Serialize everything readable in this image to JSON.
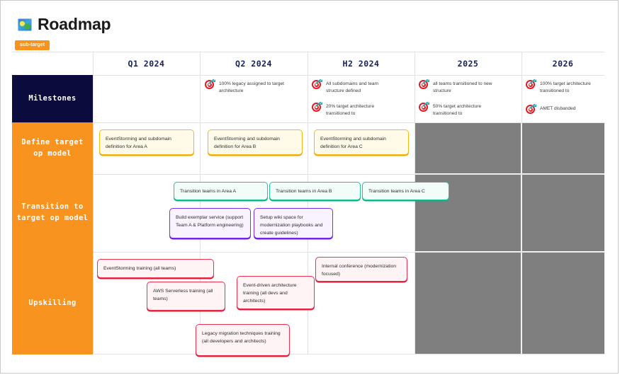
{
  "header": {
    "title": "Roadmap",
    "icon": "map-icon",
    "badge": "sub-target"
  },
  "columns": [
    {
      "label": "Q1 2024"
    },
    {
      "label": "Q2 2024"
    },
    {
      "label": "H2 2024"
    },
    {
      "label": "2025"
    },
    {
      "label": "2026"
    }
  ],
  "rows": [
    {
      "label": "Milestones",
      "style": "dark"
    },
    {
      "label": "Define target op model",
      "style": "orange"
    },
    {
      "label": "Transition to target op model",
      "style": "orange"
    },
    {
      "label": "Upskilling",
      "style": "orange"
    }
  ],
  "milestones": [
    {
      "icon": "target-icon",
      "text": "100% legacy assigned to target architecture",
      "column": "Q2 2024"
    },
    {
      "icon": "target-icon",
      "text": "All subdomains and team structure defined",
      "column": "H2 2024"
    },
    {
      "icon": "target-icon",
      "text": "20% target architecture transitioned to",
      "column": "H2 2024"
    },
    {
      "icon": "target-icon",
      "text": "all teams transitioned to new structure",
      "column": "2025"
    },
    {
      "icon": "target-icon",
      "text": "50% target architecture transitioned to",
      "column": "2025"
    },
    {
      "icon": "target-icon",
      "text": "100% target architecture transitioned to",
      "column": "2026"
    },
    {
      "icon": "target-icon",
      "text": "AMET disbanded",
      "column": "2026"
    }
  ],
  "cards": {
    "define": [
      {
        "text": "EventStorming and subdomain definition for Area A",
        "color": "yellow"
      },
      {
        "text": "EventStorming and subdomain definition for Area B",
        "color": "yellow"
      },
      {
        "text": "EventStorming and subdomain definition for Area C",
        "color": "yellow"
      }
    ],
    "transition": [
      {
        "text": "Transition teams in Area A",
        "color": "teal"
      },
      {
        "text": "Transition teams in Area B",
        "color": "teal"
      },
      {
        "text": "Transition teams in Area C",
        "color": "teal"
      },
      {
        "text": "Build exemplar service (support Team A & Platform engineering)",
        "color": "purple"
      },
      {
        "text": "Setup wiki space for modernization playbooks and create guidelines)",
        "color": "purple"
      }
    ],
    "upskilling": [
      {
        "text": "EventStorming training  (all teams)",
        "color": "pink"
      },
      {
        "text": "AWS Serverless training  (all teams)",
        "color": "pink"
      },
      {
        "text": "Event-driven architecture training (all devs and architects)",
        "color": "pink"
      },
      {
        "text": "Internal conference (modernization focused)",
        "color": "pink"
      },
      {
        "text": "Legacy migration techniques training (all developers and architects)",
        "color": "pink"
      }
    ]
  },
  "colors": {
    "accent_orange": "#F7931E",
    "milestone_navy": "#0c0b3e",
    "disabled_grey": "#7f7f7f",
    "yellow_card": "#f5b914",
    "teal_card": "#18c79a",
    "purple_card": "#7b2ff2",
    "pink_card": "#f0304f",
    "header_text": "#16205c"
  }
}
